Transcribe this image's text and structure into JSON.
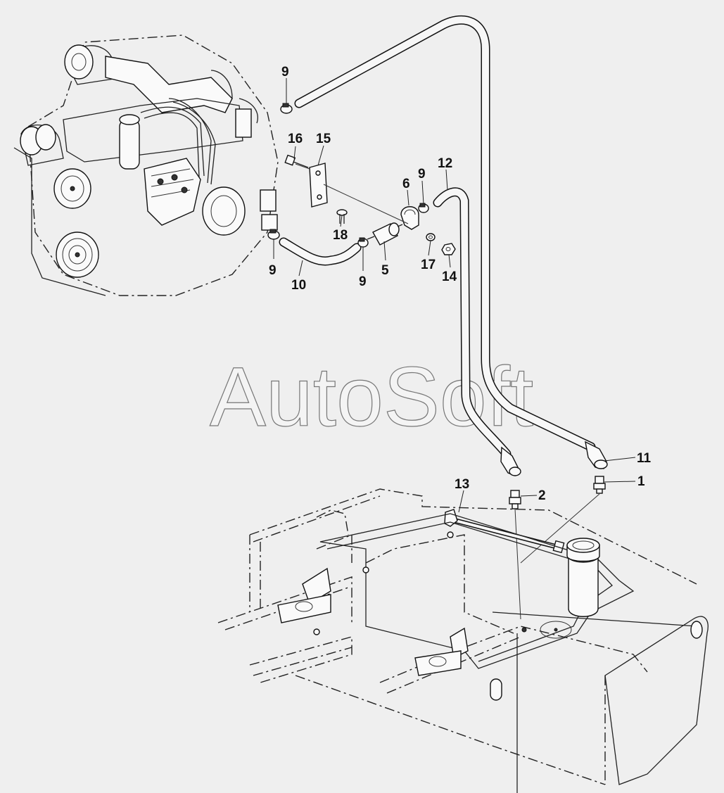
{
  "watermark": "AutoSoft",
  "callouts": [
    {
      "id": "c1",
      "label": "1"
    },
    {
      "id": "c2",
      "label": "2"
    },
    {
      "id": "c5",
      "label": "5"
    },
    {
      "id": "c6",
      "label": "6"
    },
    {
      "id": "c9a",
      "label": "9"
    },
    {
      "id": "c9b",
      "label": "9"
    },
    {
      "id": "c9c",
      "label": "9"
    },
    {
      "id": "c9d",
      "label": "9"
    },
    {
      "id": "c10",
      "label": "10"
    },
    {
      "id": "c11",
      "label": "11"
    },
    {
      "id": "c12",
      "label": "12"
    },
    {
      "id": "c13",
      "label": "13"
    },
    {
      "id": "c14",
      "label": "14"
    },
    {
      "id": "c15",
      "label": "15"
    },
    {
      "id": "c16",
      "label": "16"
    },
    {
      "id": "c17",
      "label": "17"
    },
    {
      "id": "c18",
      "label": "18"
    }
  ],
  "colors": {
    "background": "#efefef",
    "line": "#111111"
  }
}
